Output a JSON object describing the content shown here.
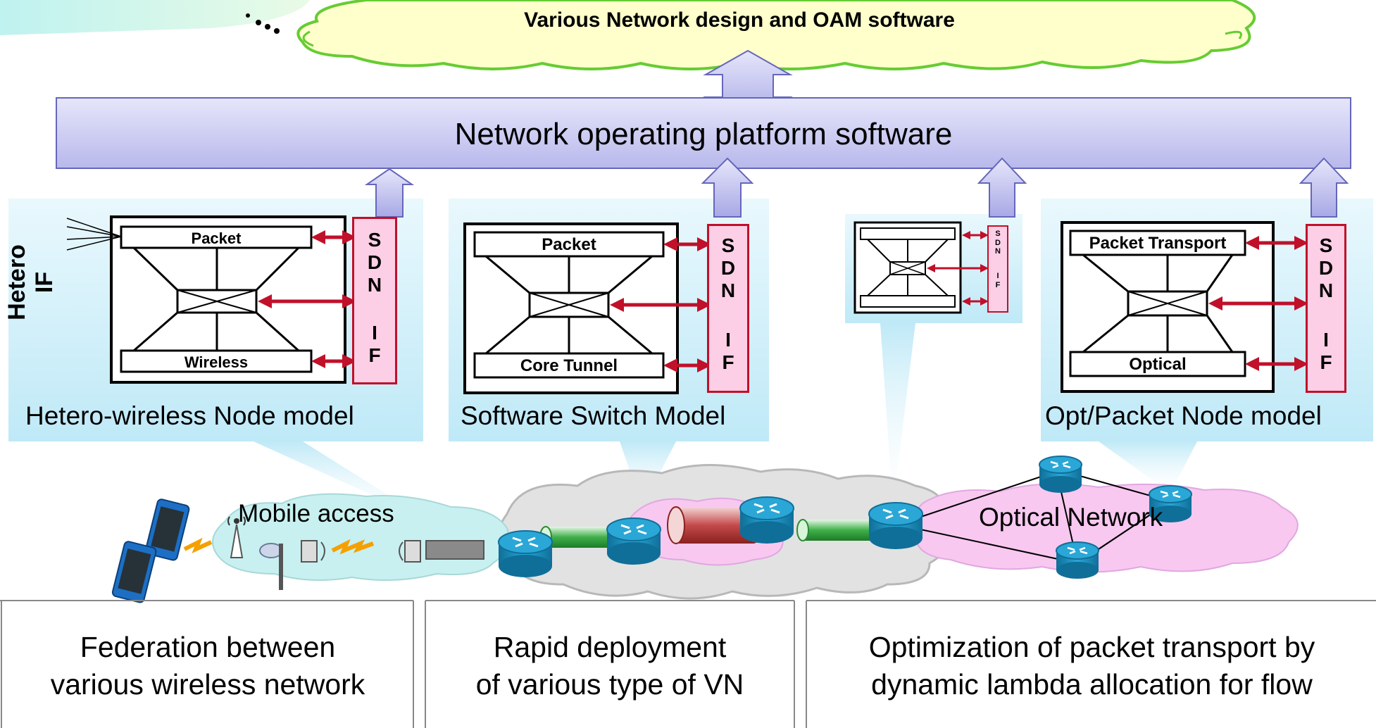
{
  "cloud_title": "Various Network design and OAM software",
  "platform_label": "Network operating platform software",
  "hetero_if_label": "Hetero IF",
  "nodes": [
    {
      "caption": "Hetero-wireless Node model",
      "top_label": "Packet",
      "bottom_label": "Wireless"
    },
    {
      "caption": "Software Switch Model",
      "top_label": "Packet",
      "bottom_label": "Core Tunnel"
    },
    {
      "caption": "",
      "top_label": "",
      "bottom_label": ""
    },
    {
      "caption": "Opt/Packet Node model",
      "top_label": "Packet Transport",
      "bottom_label": "Optical"
    }
  ],
  "sdn_if": {
    "line1": "S",
    "line2": "D",
    "line3": "N",
    "line4": "I",
    "line5": "F"
  },
  "network": {
    "mobile_access": "Mobile access",
    "optical_network": "Optical Network"
  },
  "bottom_panels": [
    {
      "line1": "Federation between",
      "line2": "various wireless network"
    },
    {
      "line1": "Rapid deployment",
      "line2": "of various type of VN"
    },
    {
      "line1": "Optimization of packet transport by",
      "line2": "dynamic lambda allocation for flow"
    }
  ],
  "colors": {
    "cloud_fill": "#ffffcc",
    "cloud_stroke": "#66cc33",
    "platform_fill": "#ccccf2",
    "platform_stroke": "#6666bb",
    "node_panel": "#dff4fb",
    "sdn_fill": "#fccfe6",
    "sdn_stroke": "#c0102a",
    "router": "#1f8fbf",
    "optical_cloud": "#f8c8f0",
    "mobile_cloud": "#c8f0f0",
    "core_cloud": "#e2e2e2"
  }
}
